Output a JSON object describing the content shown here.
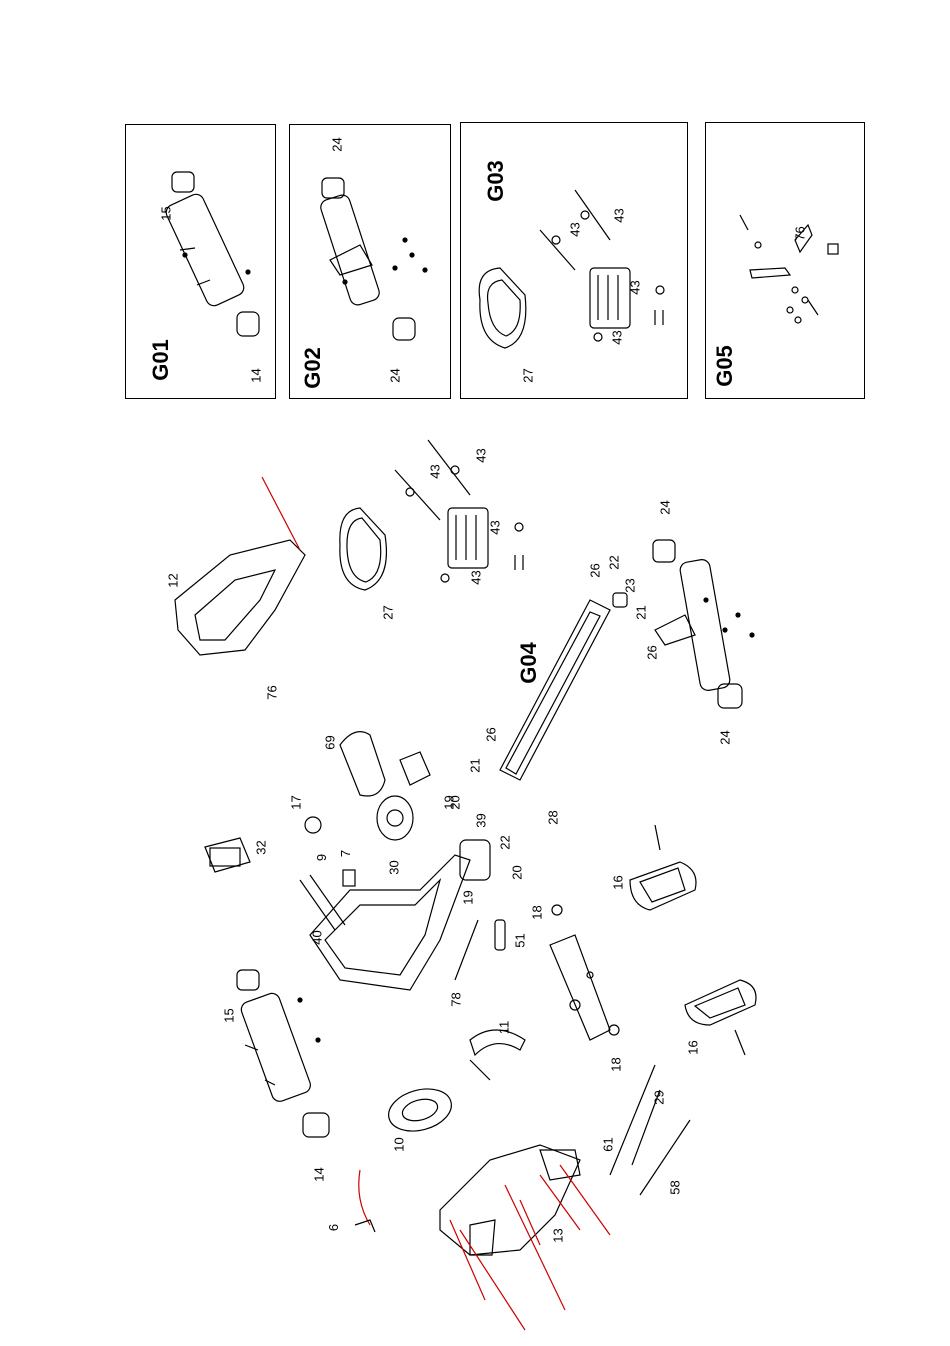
{
  "groups": {
    "g01": {
      "label": "G01",
      "parts": [
        "15",
        "14"
      ]
    },
    "g02": {
      "label": "G02",
      "parts": [
        "24",
        "24"
      ]
    },
    "g03": {
      "label": "G03",
      "parts": [
        "43",
        "43",
        "43",
        "43",
        "27"
      ]
    },
    "g05": {
      "label": "G05",
      "parts": [
        "76"
      ]
    },
    "g04": {
      "label": "G04"
    }
  },
  "parts": {
    "p12": "12",
    "p27": "27",
    "p43a": "43",
    "p43b": "43",
    "p43c": "43",
    "p43d": "43",
    "p76": "76",
    "p69": "69",
    "p17": "17",
    "p32": "32",
    "p30": "30",
    "p7": "7",
    "p9": "9",
    "p40": "40",
    "p19a": "19",
    "p20a": "20",
    "p39": "39",
    "p21a": "21",
    "p26a": "26",
    "p22a": "22",
    "p20b": "20",
    "p19b": "19",
    "p51": "51",
    "p18a": "18",
    "p28": "28",
    "p15": "15",
    "p14": "14",
    "p16a": "16",
    "p16b": "16",
    "p10": "10",
    "p11": "11",
    "p18b": "18",
    "p78": "78",
    "p6": "6",
    "p13": "13",
    "p61": "61",
    "p29": "29",
    "p58": "58",
    "p24a": "24",
    "p24b": "24",
    "p22b": "22",
    "p23": "23",
    "p21b": "21",
    "p26b": "26",
    "p26c": "26"
  }
}
